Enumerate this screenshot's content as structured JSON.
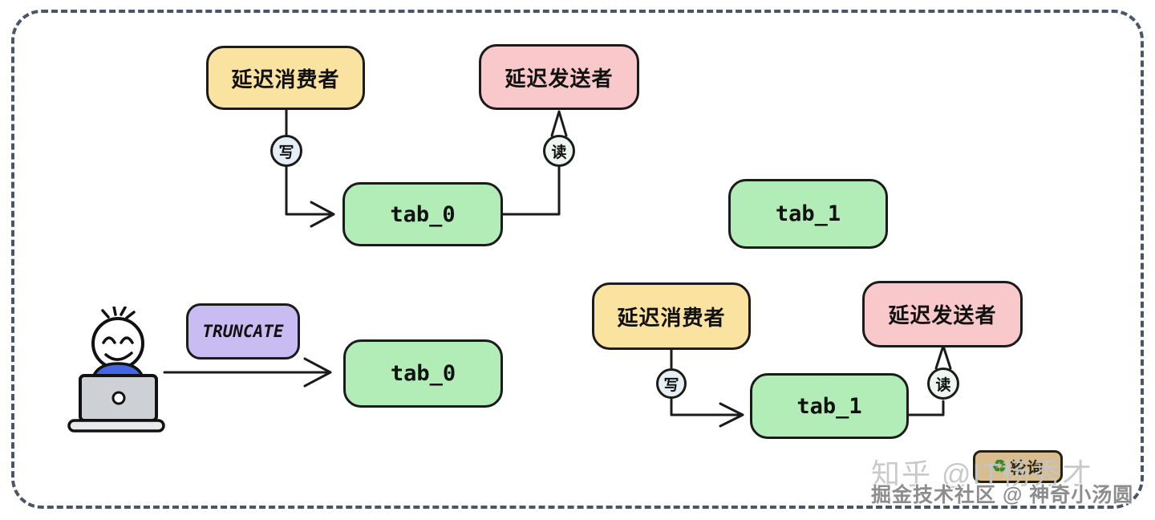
{
  "diagram_title": "delayed-message-table-switch-diagram",
  "flows": {
    "top": {
      "consumer": "延迟消费者",
      "write": "写",
      "table": "tab_0",
      "read": "读",
      "sender": "延迟发送者"
    },
    "top_right": {
      "table": "tab_1"
    },
    "truncate": {
      "action": "TRUNCATE",
      "table": "tab_0"
    },
    "bottom_right": {
      "consumer": "延迟消费者",
      "write": "写",
      "table": "tab_1",
      "read": "读",
      "sender": "延迟发送者"
    }
  },
  "badge": {
    "label": "轮询",
    "icon": "recycle-icon"
  },
  "watermarks": {
    "zhihu": "知乎 @IT杨秀才",
    "juejin": "掘金技术社区 @ 神奇小汤圆"
  },
  "colors": {
    "consumer_fill": "#fae2a0",
    "sender_fill": "#f9c8ca",
    "table_fill": "#b2ecb6",
    "truncate_fill": "#c9bcf2",
    "write_circle_fill": "#e6eef6",
    "read_circle_fill": "#edf6ef",
    "stroke": "#1b1b1b",
    "frame_dash": "#4a5568",
    "badge_fill": "#d8bd90",
    "badge_icon_green": "#2e8b2e"
  }
}
